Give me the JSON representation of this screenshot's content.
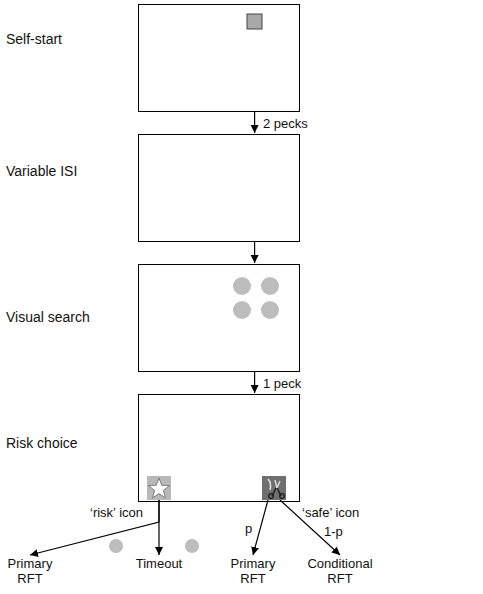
{
  "diagram": {
    "nodes": [
      {
        "text": [
          "Self-start"
        ]
      },
      {
        "text": [
          "Variable ISI"
        ]
      },
      {
        "text": [
          "Visual search"
        ]
      },
      {
        "text": [
          "Risk choice"
        ]
      },
      {
        "text": [
          "‘risk’ icon"
        ],
        "in": 3
      },
      {
        "text": [
          "‘safe’ icon"
        ],
        "in": 3
      },
      {
        "text": [
          "Primary RFT"
        ]
      },
      {
        "text": [
          "Timeout"
        ]
      },
      {
        "text": [
          "Primary RFT"
        ]
      },
      {
        "text": [
          "Conditional RFT"
        ]
      }
    ],
    "edges": [
      {
        "from": 0,
        "to": 1,
        "arrow": "to",
        "label": "2 pecks"
      },
      {
        "from": 1,
        "to": 2,
        "arrow": "to"
      },
      {
        "from": 2,
        "to": 3,
        "arrow": "to",
        "label": "1 peck"
      },
      {
        "from": 4,
        "to": 6,
        "arrow": "to"
      },
      {
        "from": 4,
        "to": 7,
        "arrow": "to"
      },
      {
        "from": 5,
        "to": 8,
        "arrow": "to",
        "label": "p"
      },
      {
        "from": 5,
        "to": 9,
        "arrow": "to",
        "label": "1-p"
      }
    ]
  }
}
